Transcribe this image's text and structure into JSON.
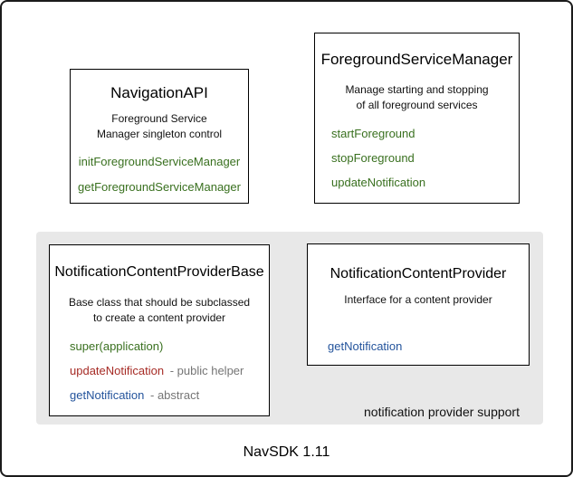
{
  "diagram": {
    "footer": "NavSDK 1.11",
    "panel": {
      "label": "notification provider support",
      "background": "#e8e8e8"
    },
    "colors": {
      "method_green": "#39701f",
      "method_red": "#a62b25",
      "method_blue": "#24549c",
      "annotation_gray": "#757575",
      "box_border": "#000000",
      "frame_border": "#1b1b1b"
    },
    "boxes": {
      "navigation_api": {
        "title": "NavigationAPI",
        "description": "Foreground Service\nManager singleton control",
        "methods": [
          {
            "name": "initForegroundServiceManager",
            "color": "green"
          },
          {
            "name": "getForegroundServiceManager",
            "color": "green"
          }
        ]
      },
      "foreground_service_manager": {
        "title": "ForegroundServiceManager",
        "description": "Manage starting and stopping\nof all foreground services",
        "methods": [
          {
            "name": "startForeground",
            "color": "green"
          },
          {
            "name": "stopForeground",
            "color": "green"
          },
          {
            "name": "updateNotification",
            "color": "green"
          }
        ]
      },
      "notification_content_provider_base": {
        "title": "NotificationContentProviderBase",
        "description": "Base class that should be subclassed\nto create a content provider",
        "methods": [
          {
            "name": "super(application)",
            "color": "green",
            "annotation": ""
          },
          {
            "name": "updateNotification",
            "color": "red",
            "annotation": "- public helper"
          },
          {
            "name": "getNotification",
            "color": "blue",
            "annotation": "- abstract"
          }
        ]
      },
      "notification_content_provider": {
        "title": "NotificationContentProvider",
        "description": "Interface for a content provider",
        "methods": [
          {
            "name": "getNotification",
            "color": "blue"
          }
        ]
      }
    }
  }
}
